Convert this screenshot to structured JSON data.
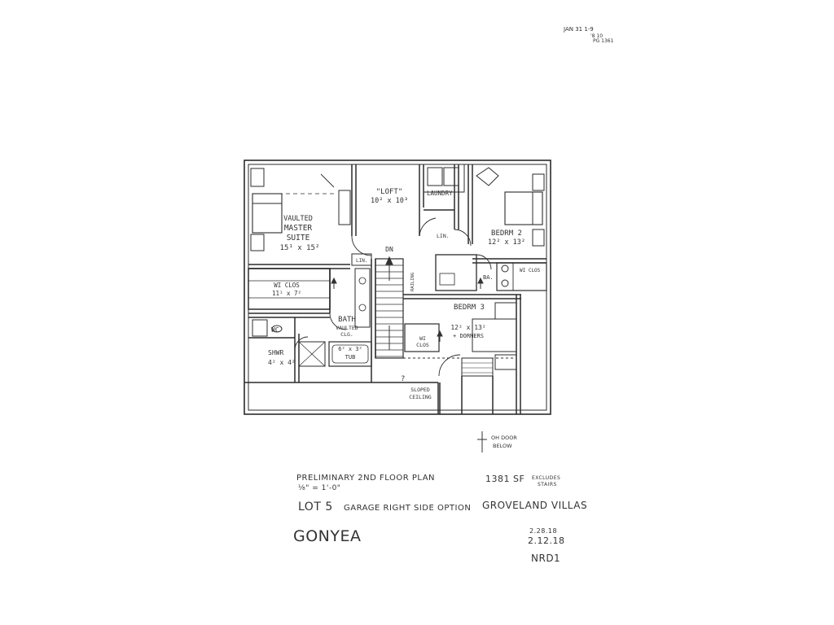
{
  "corner_note": [
    "JAN 31 1-9",
    "'8 10",
    "PG 1361"
  ],
  "rooms": {
    "master": [
      "VAULTED",
      "MASTER",
      "SUITE",
      "15¹ x 15²"
    ],
    "loft": [
      "\"LOFT\"",
      "10² x 10³"
    ],
    "laundry": "LAUNDRY",
    "bedroom2": [
      "BEDRM 2",
      "12² x 13²"
    ],
    "wi_closet_master": [
      "WI CLOS",
      "11¹ x 7²"
    ],
    "bath": [
      "BATH",
      "VAULTED",
      "CLG."
    ],
    "tub": [
      "6² x 3²",
      "TUB"
    ],
    "wc": "WC",
    "shower": [
      "SHWR",
      "4² x 4²"
    ],
    "bedroom3": [
      "BEDRM 3",
      "12² x 13²",
      "+ DORMERS"
    ],
    "wi_closet_bed3": [
      "WI",
      "CLOS"
    ],
    "wi_closet_bed2": "WI CLOS",
    "dn": "DN",
    "railing": "RAILING",
    "lin_master": "LIN.",
    "lin_hall": "LIN.",
    "bath_small": "BA.",
    "sloped": [
      "SLOPED",
      "CEILING"
    ],
    "question": "?"
  },
  "below_note": [
    "OH DOOR",
    "BELOW"
  ],
  "titleblock": {
    "plan_title": "PRELIMINARY 2ND FLOOR PLAN",
    "area": "1381 SF",
    "area_note": [
      "EXCLUDES",
      "STAIRS"
    ],
    "scale": "⅛\" = 1'-0\"",
    "lot": "LOT 5",
    "option": "GARAGE RIGHT SIDE OPTION",
    "project": "GROVELAND VILLAS",
    "client": "GONYEA",
    "dates": [
      "2.28.18",
      "2.12.18"
    ],
    "initials": "NRD1"
  }
}
